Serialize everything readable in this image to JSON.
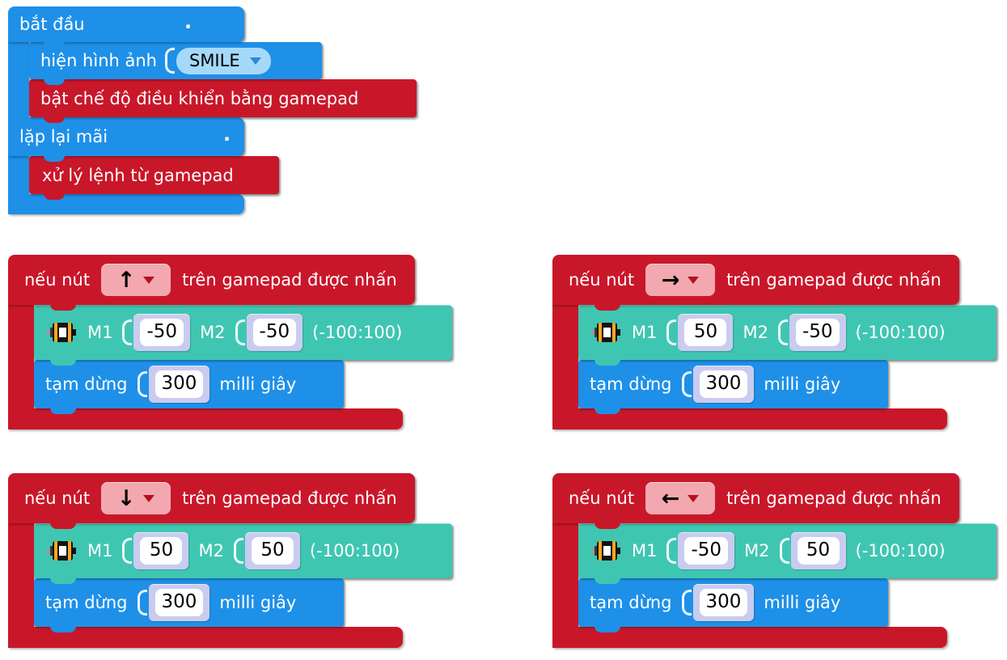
{
  "colors": {
    "blue": "#1E90E8",
    "red": "#C9172A",
    "teal": "#3FC6B2",
    "field_blue": "#A5D9FA",
    "field_pink": "#F3A8AF",
    "field_num": "#C9CCEF",
    "caret_blue": "#2E86D6",
    "caret_red": "#B2121F"
  },
  "start_block": {
    "header_label": "bắt đầu",
    "header_dot": ".",
    "show_image_label": "hiện hình ảnh",
    "image_value": "SMILE",
    "enable_gamepad_label": "bật chế độ điều khiển bằng gamepad",
    "loop_label": "lặp lại mãi",
    "loop_dot": ".",
    "process_label": "xử lý lệnh từ gamepad"
  },
  "if_labels": {
    "prefix": "nếu nút",
    "suffix": "trên gamepad được nhấn"
  },
  "motor_labels": {
    "m1": "M1",
    "m2": "M2",
    "range": "(-100:100)"
  },
  "pause_labels": {
    "label": "tạm dừng",
    "unit": "milli giây"
  },
  "if_blocks": [
    {
      "direction": "up",
      "arrow": "↑",
      "m1": "-50",
      "m2": "-50",
      "pause": "300"
    },
    {
      "direction": "right",
      "arrow": "→",
      "m1": "50",
      "m2": "-50",
      "pause": "300"
    },
    {
      "direction": "down",
      "arrow": "↓",
      "m1": "50",
      "m2": "50",
      "pause": "300"
    },
    {
      "direction": "left",
      "arrow": "←",
      "m1": "-50",
      "m2": "50",
      "pause": "300"
    }
  ]
}
